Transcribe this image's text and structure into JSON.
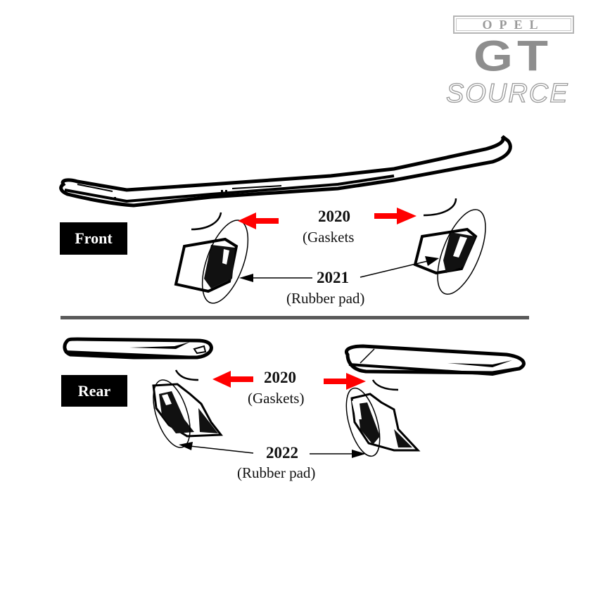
{
  "logo": {
    "brand": "OPEL",
    "model": "GT",
    "tagline": "SOURCE"
  },
  "sections": {
    "front": {
      "label": "Front",
      "gasket_part_number": "2020",
      "gasket_caption": "(Gaskets",
      "pad_part_number": "2021",
      "pad_caption": "(Rubber pad)"
    },
    "rear": {
      "label": "Rear",
      "gasket_part_number": "2020",
      "gasket_caption": "(Gaskets)",
      "pad_part_number": "2022",
      "pad_caption": "(Rubber pad)"
    }
  },
  "colors": {
    "arrow_accent": "#ff0000",
    "divider": "#5a5a5a",
    "logo_gray": "#8e8e8e"
  }
}
